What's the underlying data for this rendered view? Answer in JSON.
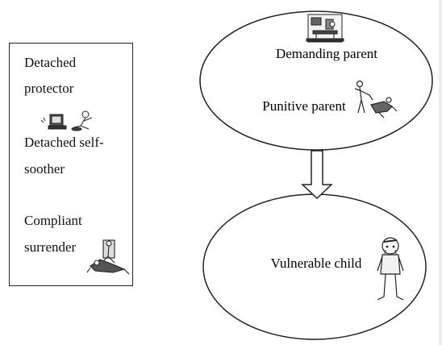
{
  "coping_modes": {
    "detached_protector": [
      "Detached",
      "protector"
    ],
    "detached_self_soother": [
      "Detached self-",
      "soother"
    ],
    "compliant_surrender": [
      "Compliant",
      "surrender"
    ]
  },
  "parent_modes": {
    "demanding_parent": "Demanding parent",
    "punitive_parent": "Punitive parent"
  },
  "child_modes": {
    "vulnerable_child": "Vulnerable child"
  },
  "icons": {
    "detached_protector": "figure-at-computer-icon",
    "demanding_parent": "office-desk-scene-icon",
    "punitive_parent": "punishing-parent-icon",
    "compliant_surrender": "kneeling-figure-icon",
    "vulnerable_child": "crying-child-icon"
  }
}
